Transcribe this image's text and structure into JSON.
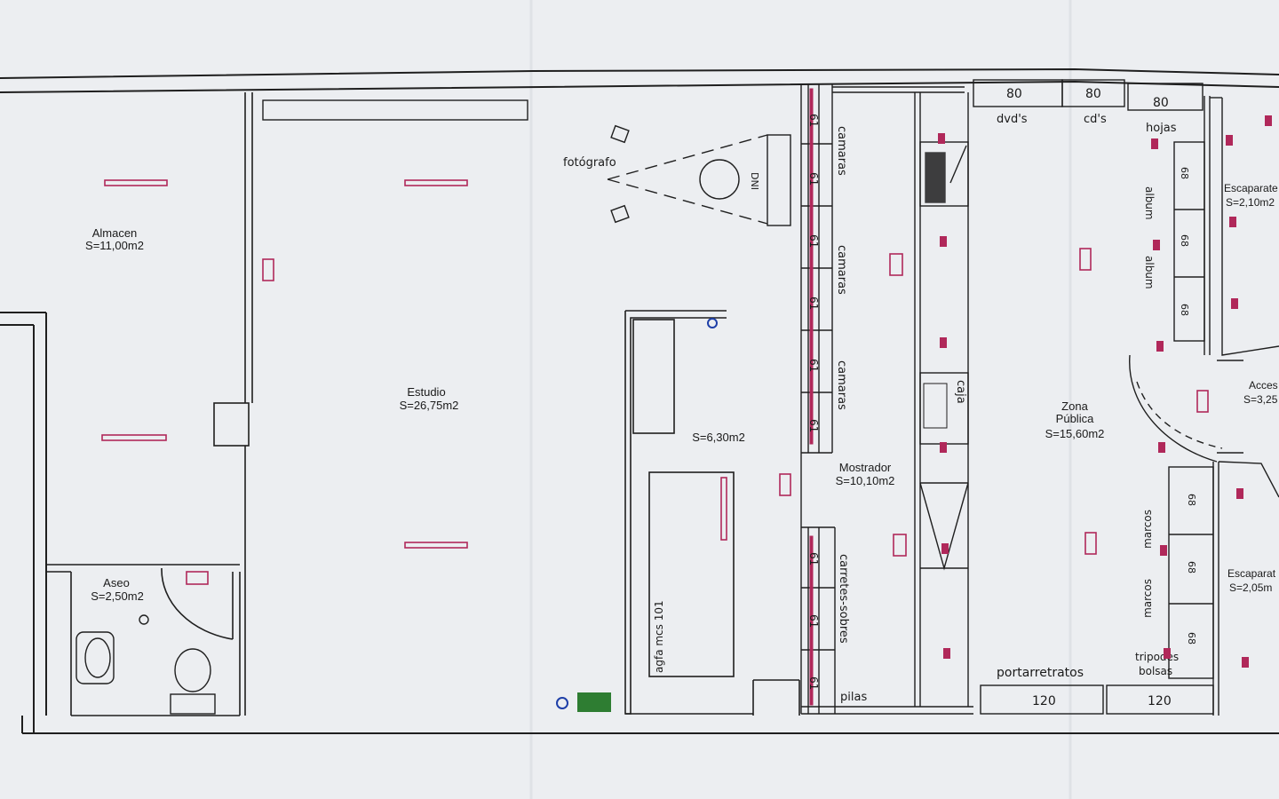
{
  "rooms": {
    "almacen": {
      "name": "Almacen",
      "area": "S=11,00m2"
    },
    "estudio": {
      "name": "Estudio",
      "area": "S=26,75m2"
    },
    "aseo": {
      "name": "Aseo",
      "area": "S=2,50m2"
    },
    "lab": {
      "area": "S=6,30m2"
    },
    "mostrador": {
      "name": "Mostrador",
      "area": "S=10,10m2"
    },
    "zona_publica": {
      "name_line1": "Zona",
      "name_line2": "Pública",
      "area": "S=15,60m2"
    },
    "escaparate1": {
      "name": "Escaparate",
      "area": "S=2,10m2"
    },
    "acceso": {
      "name": "Acces",
      "area": "S=3,25"
    },
    "escaparate2": {
      "name": "Escaparat",
      "area": "S=2,05m"
    }
  },
  "labels": {
    "fotografo": "fotógrafo",
    "dni": "DNI",
    "camaras": "camaras",
    "carretes_sobres": "carretes-sobres",
    "pilas": "pilas",
    "caja": "caja",
    "agfa": "agfa mcs 101",
    "dvds": "dvd's",
    "cds": "cd's",
    "hojas": "hojas",
    "album": "album",
    "marcos": "marcos",
    "tripodes": "tripodes",
    "bolsas": "bolsas",
    "portarretratos": "portarretratos"
  },
  "shelf_sizes": {
    "top": [
      "80",
      "80",
      "80"
    ],
    "bottom": [
      "120",
      "120"
    ],
    "module": "61",
    "album_module": "68"
  },
  "colors": {
    "wall": "#1f1f1f",
    "fixture": "#b0285a",
    "paper": "#eceef1",
    "green": "#2e7d32",
    "blue": "#1e3fa8"
  }
}
